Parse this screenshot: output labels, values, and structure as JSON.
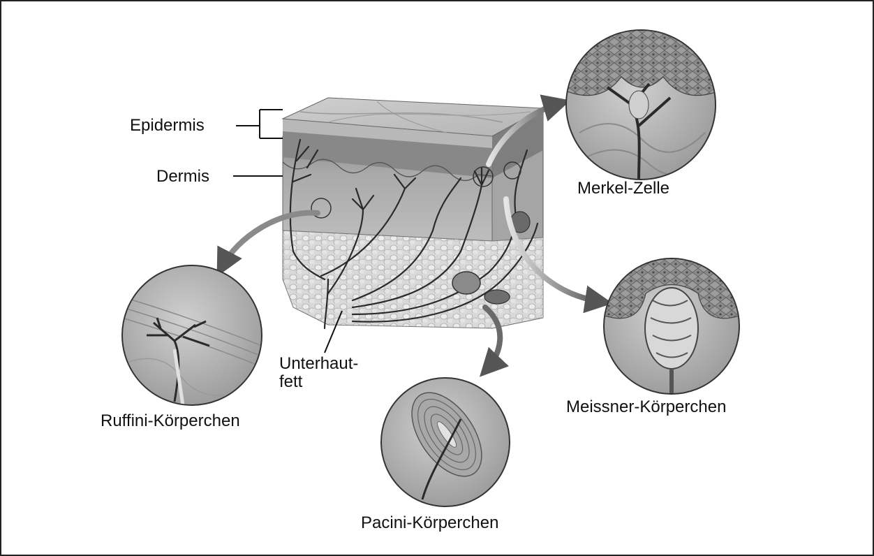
{
  "diagram": {
    "labels": {
      "epidermis": "Epidermis",
      "dermis": "Dermis",
      "subcutis_line1": "Unterhaut-",
      "subcutis_line2": "fett",
      "ruffini": "Ruffini-Körperchen",
      "pacini": "Pacini-Körperchen",
      "meissner": "Meissner-Körperchen",
      "merkel": "Merkel-Zelle"
    },
    "colors": {
      "ink": "#111111",
      "frame": "#222222",
      "epidermis_top": "#c9c9c9",
      "dermis": "#9a9a9a",
      "fat": "#d6d6d6",
      "nerve": "#2a2a2a",
      "circle_fill": "#bdbdbd",
      "arrow": "#6a6a6a"
    }
  }
}
